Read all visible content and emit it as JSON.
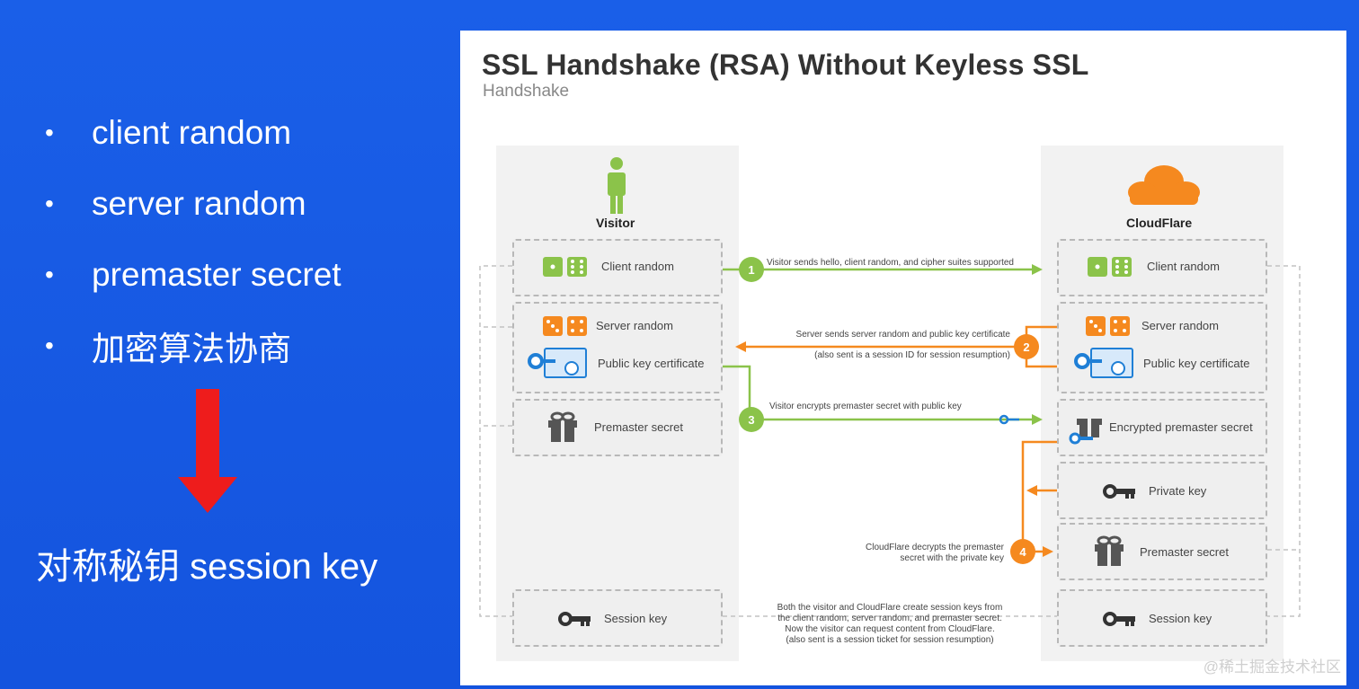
{
  "bullets": [
    "client random",
    "server random",
    "premaster secret",
    "加密算法协商"
  ],
  "conclusion": "对称秘钥 session key",
  "diagram": {
    "title": "SSL Handshake (RSA) Without Keyless SSL",
    "subtitle": "Handshake",
    "visitor_label": "Visitor",
    "cloudflare_label": "CloudFlare",
    "visitor_items": {
      "client_random": "Client random",
      "server_random": "Server random",
      "public_key_certificate": "Public key certificate",
      "premaster_secret": "Premaster secret",
      "session_key": "Session key"
    },
    "cloudflare_items": {
      "client_random": "Client random",
      "server_random": "Server random",
      "public_key_certificate": "Public key certificate",
      "encrypted_premaster_secret": "Encrypted premaster secret",
      "private_key": "Private key",
      "premaster_secret": "Premaster secret",
      "session_key": "Session key"
    },
    "steps": [
      "1",
      "2",
      "3",
      "4"
    ],
    "annotations": {
      "step1": "Visitor sends hello, client random, and cipher suites supported",
      "step2_line1": "Server sends server random and public key certificate",
      "step2_line2": "(also sent is a session ID for session resumption)",
      "step3": "Visitor encrypts premaster secret with public key",
      "step4_line1": "CloudFlare decrypts the premaster",
      "step4_line2": "secret with the private key",
      "final_line1": "Both the visitor and CloudFlare create session keys from",
      "final_line2": "the client random, server random, and premaster secret.",
      "final_line3": "Now the visitor can request content from CloudFlare.",
      "final_line4": "(also sent is a session ticket for session resumption)"
    },
    "colors": {
      "green": "#8bc34a",
      "orange": "#f5891f",
      "blue": "#1f7fd6",
      "dark": "#555555"
    }
  },
  "watermark": "@稀土掘金技术社区"
}
